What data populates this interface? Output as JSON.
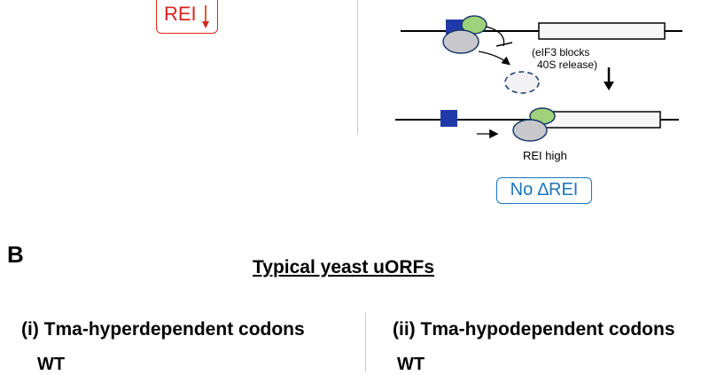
{
  "panel_a": {
    "red_badge": "REI",
    "note_line1": "(eIF3 blocks",
    "note_line2": "40S release)",
    "rei_high": "REI high",
    "blue_badge": "No ∆REI",
    "colors": {
      "red": "#e0231c",
      "blue": "#1b75bc",
      "uorf": "#1f3aa8",
      "green_subunit": "#9fd27a",
      "gray_subunit": "#c8c8cc"
    }
  },
  "panel_b": {
    "label": "B",
    "title": "Typical yeast uORFs",
    "left_heading": "(i) Tma-hyperdependent codons",
    "right_heading": "(ii) Tma-hypodependent codons",
    "left_wt": "WT",
    "right_wt": "WT"
  }
}
